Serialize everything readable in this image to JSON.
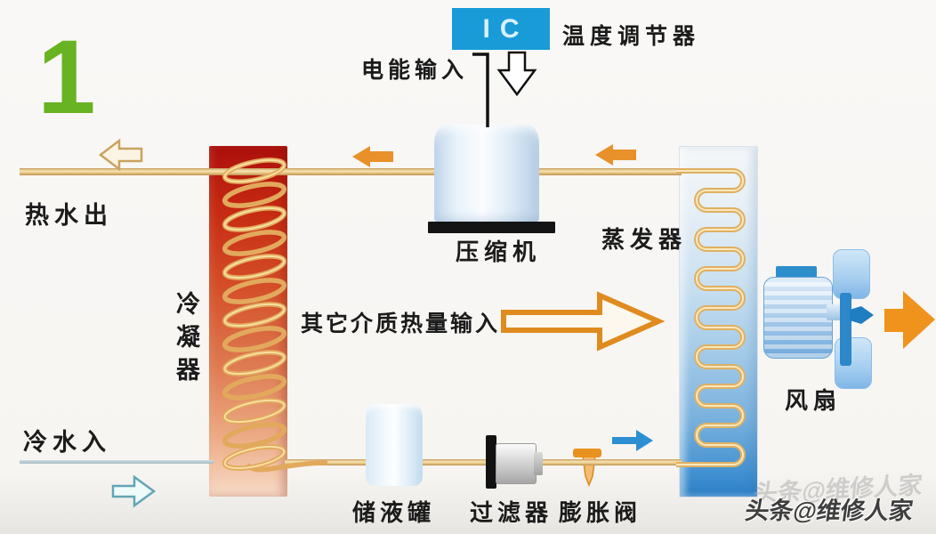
{
  "step_number": "1",
  "controller": {
    "chip_label": "IC",
    "label": "温度调节器"
  },
  "power": {
    "label": "电能输入"
  },
  "compressor": {
    "label": "压缩机"
  },
  "condenser": {
    "label": "冷凝器"
  },
  "evaporator": {
    "label": "蒸发器"
  },
  "fan": {
    "label": "风扇"
  },
  "flows": {
    "hot_water_out": "热水出",
    "cold_water_in": "冷水入",
    "heat_input": "其它介质热量输入"
  },
  "bottom_components": {
    "reservoir": "储液罐",
    "filter": "过滤器",
    "expansion_valve": "膨胀阀"
  },
  "watermark": "头条@维修人家",
  "colors": {
    "step_green": "#68b322",
    "ic_blue": "#199bd8",
    "pipe_gold": "#e8c685",
    "condenser_red_top": "#ad0f0c",
    "condenser_peach_bottom": "#f7dbc7",
    "evaporator_blue_bottom": "#2a7ec6",
    "coil_gold": "#e2a95c",
    "arrow_orange": "#e8912b",
    "arrow_deep_orange": "#f0931d",
    "arrow_blue": "#2b8fd2",
    "cold_line": "#aebec7"
  }
}
